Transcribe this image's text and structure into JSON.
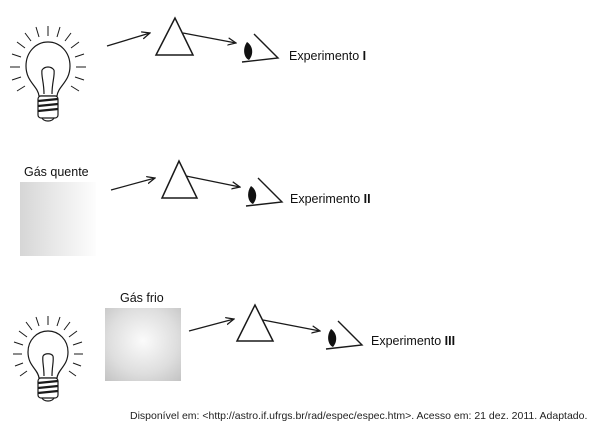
{
  "experiments": [
    {
      "label": "Experimento",
      "numeral": "I"
    },
    {
      "label": "Experimento",
      "numeral": "II"
    },
    {
      "label": "Experimento",
      "numeral": "III"
    }
  ],
  "gases": {
    "hot": "Gás quente",
    "cold": "Gás frio"
  },
  "source": "Disponível em: <http://astro.if.ufrgs.br/rad/espec/espec.htm>. Acesso em: 21 dez. 2011. Adaptado.",
  "icons": [
    "light-bulb-icon",
    "prism-icon",
    "eye-icon",
    "arrow-icon"
  ],
  "colors": {
    "stroke": "#1a1a1a",
    "gas_light": "#f6f6f6",
    "gas_dark": "#c9c9c9"
  }
}
